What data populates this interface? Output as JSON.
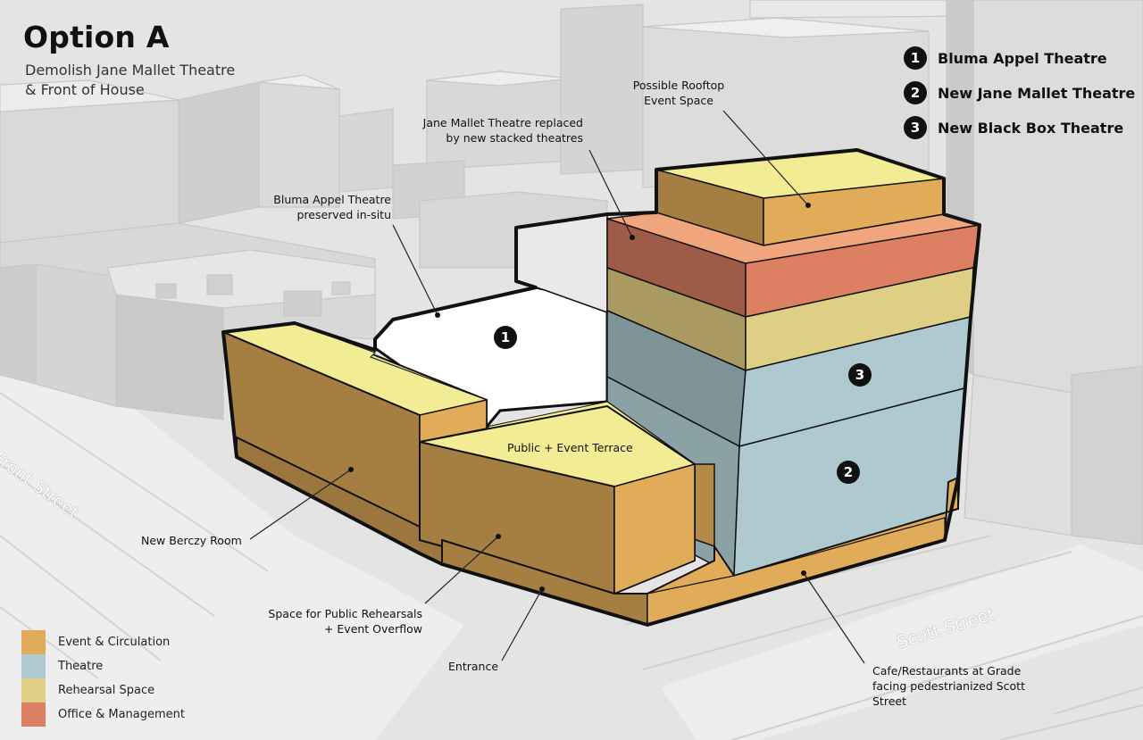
{
  "title": "Option A",
  "subtitle": [
    "Demolish Jane Mallet Theatre",
    "& Front of House"
  ],
  "numbered_key": [
    {
      "num": "1",
      "label": "Bluma Appel Theatre"
    },
    {
      "num": "2",
      "label": "New Jane Mallet Theatre"
    },
    {
      "num": "3",
      "label": "New Black Box Theatre"
    }
  ],
  "markers": {
    "bluma": "1",
    "jane": "2",
    "blackbox": "3"
  },
  "callouts": {
    "rooftop": [
      "Possible Rooftop",
      "Event Space"
    ],
    "jane_replaced": [
      "Jane Mallet Theatre replaced",
      "by new stacked theatres"
    ],
    "bluma_preserved": [
      "Bluma Appel Theatre",
      "preserved in-situ"
    ],
    "terrace": "Public + Event Terrace",
    "berczy": "New Berczy Room",
    "rehearsals": [
      "Space for Public Rehearsals",
      "+ Event Overflow"
    ],
    "entrance": "Entrance",
    "cafe": [
      "Cafe/Restaurants at Grade",
      "facing pedestrianized Scott",
      "Street"
    ]
  },
  "streets": {
    "front": "Front Street",
    "scott": "Scott Street"
  },
  "legend": [
    {
      "label": "Event & Circulation",
      "color": "#e0ac5a"
    },
    {
      "label": "Theatre",
      "color": "#aec9d0"
    },
    {
      "label": "Rehearsal Space",
      "color": "#dfcf85"
    },
    {
      "label": "Office & Management",
      "color": "#dd7f63"
    }
  ]
}
